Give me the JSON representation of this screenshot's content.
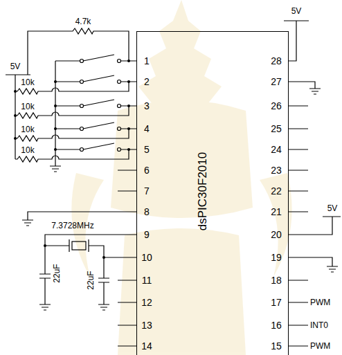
{
  "diagram": {
    "nodes": [
      {
        "text": [
          "dsPIC30F2010"
        ]
      }
    ],
    "labels": [
      "4.7k",
      "5V",
      "10k",
      "10k",
      "10k",
      "10k",
      "1",
      "2",
      "3",
      "4",
      "5",
      "6",
      "7",
      "8",
      "9",
      "10",
      "11",
      "12",
      "13",
      "14",
      "28",
      "27",
      "26",
      "25",
      "24",
      "23",
      "22",
      "21",
      "20",
      "19",
      "18",
      "17",
      "16",
      "15",
      "7.3728MHz",
      "22uF",
      "22uF",
      "5V",
      "5V",
      "PWM",
      "INT0",
      "PWM"
    ]
  }
}
